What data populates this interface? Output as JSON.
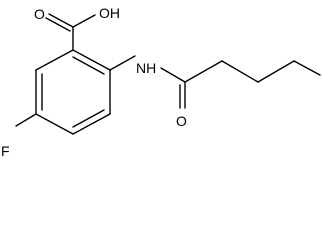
{
  "molecule": {
    "labels": {
      "oh": "OH",
      "o_acid": "O",
      "nh": "NH",
      "o_amide": "O",
      "f": "F"
    }
  }
}
